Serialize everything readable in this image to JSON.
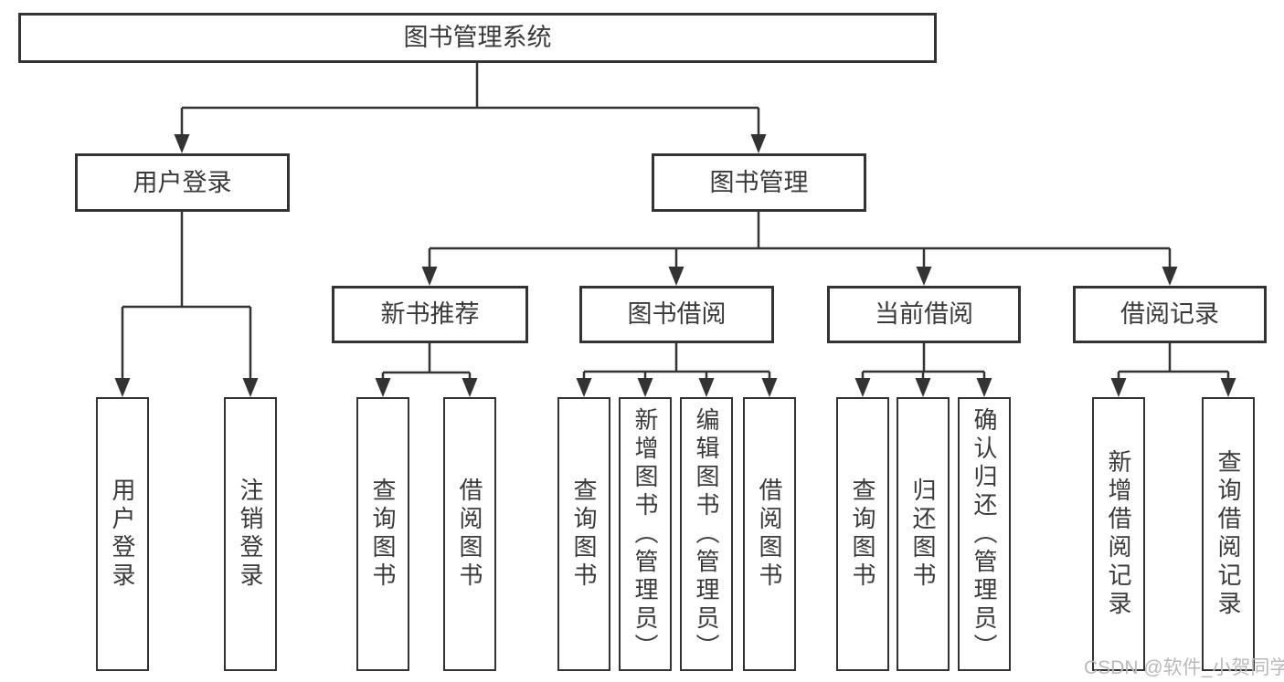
{
  "title": "图书管理系统",
  "branches": [
    {
      "label": "用户登录",
      "children": [
        "用户登录",
        "注销登录"
      ]
    },
    {
      "label": "图书管理",
      "sections": [
        {
          "label": "新书推荐",
          "children": [
            "查询图书",
            "借阅图书"
          ]
        },
        {
          "label": "图书借阅",
          "children": [
            "查询图书",
            "新增图书（管理员）",
            "编辑图书（管理员）",
            "借阅图书"
          ]
        },
        {
          "label": "当前借阅",
          "children": [
            "查询图书",
            "归还图书",
            "确认归还（管理员）"
          ]
        },
        {
          "label": "借阅记录",
          "children": [
            "新增借阅记录",
            "查询借阅记录"
          ]
        }
      ]
    }
  ],
  "watermark": "CSDN @软件_小贺同学",
  "colors": {
    "line": "#333333",
    "text": "#3a3a3a",
    "watermark": "#b9b9b9",
    "background": "#ffffff"
  }
}
